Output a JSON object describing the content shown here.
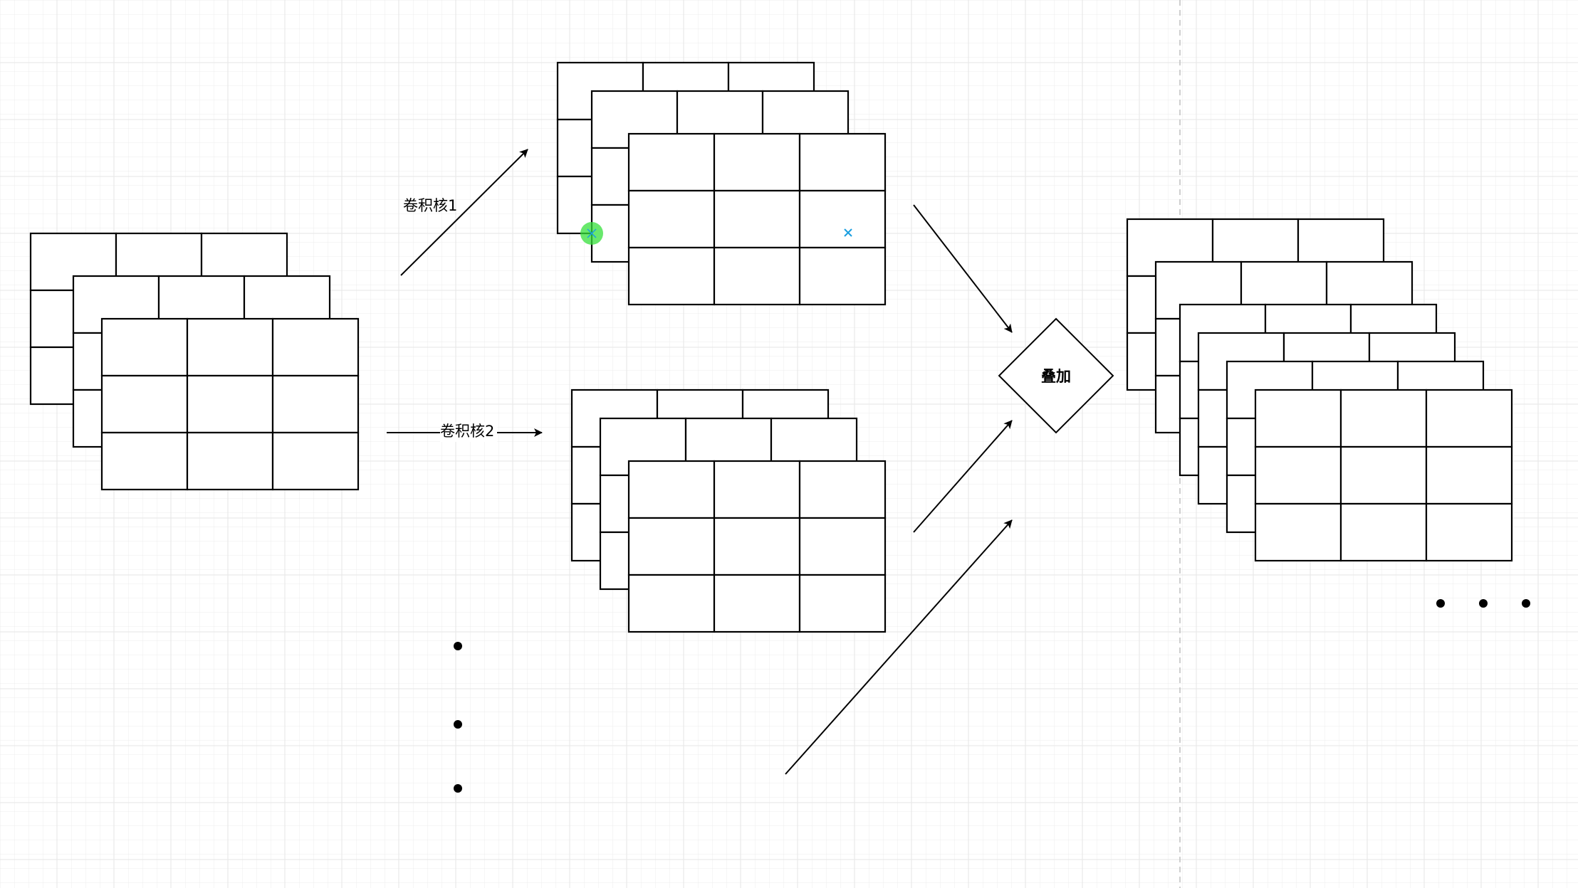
{
  "labels": {
    "kernel1": "卷积核1",
    "kernel2": "卷积核2",
    "sum": "叠加"
  },
  "colors": {
    "grid": "#e6e6e6",
    "page_divider": "#bfbfbf",
    "stroke": "#000000",
    "fill": "#ffffff",
    "connection_point": "#35e03b",
    "hover_marker": "#1a9fe0"
  },
  "icons": {
    "connection_point": "green-circle-icon",
    "hover_marker": "x-marker-icon"
  }
}
